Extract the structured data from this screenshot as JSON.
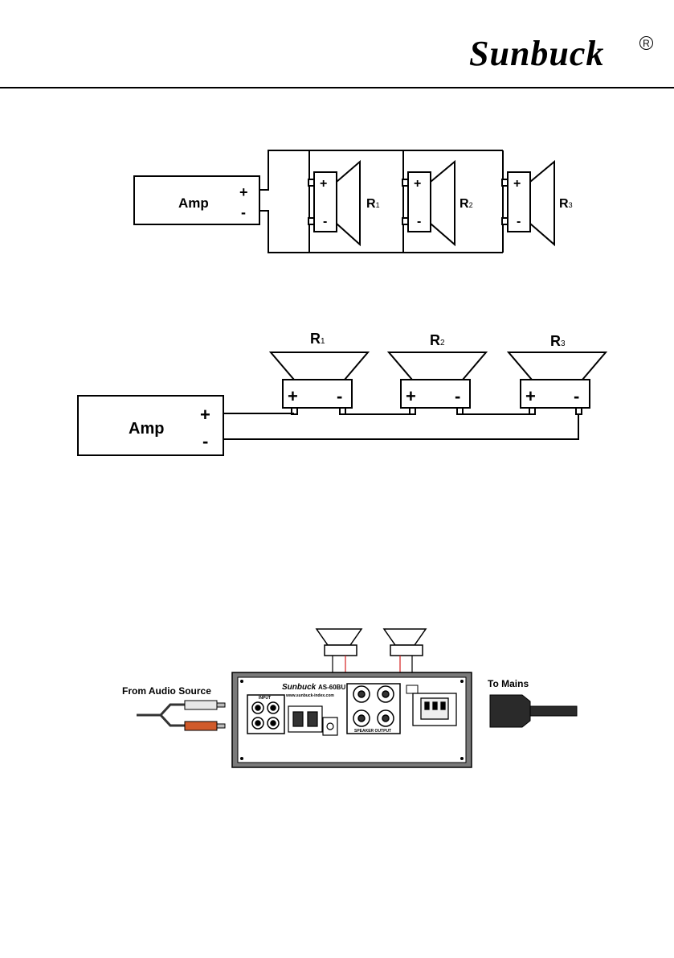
{
  "header": {
    "brand": "Sunbuck",
    "registered": "R"
  },
  "parallel": {
    "amp": "Amp",
    "plus": "+",
    "minus": "-",
    "speakers": [
      {
        "label": "R",
        "sub": "1"
      },
      {
        "label": "R",
        "sub": "2"
      },
      {
        "label": "R",
        "sub": "3"
      }
    ]
  },
  "series": {
    "amp": "Amp",
    "plus": "+",
    "minus": "-",
    "speakers": [
      {
        "label": "R",
        "sub": "1"
      },
      {
        "label": "R",
        "sub": "2"
      },
      {
        "label": "R",
        "sub": "3"
      }
    ]
  },
  "hookup": {
    "source_label": "From Audio Source",
    "mains_label": "To Mains",
    "device_brand": "Sunbuck",
    "device_model": "AS-60BU",
    "device_url": "www.sunbuck-index.com",
    "input_label": "INPUT",
    "speaker_output_label": "SPEAKER OUTPUT"
  }
}
